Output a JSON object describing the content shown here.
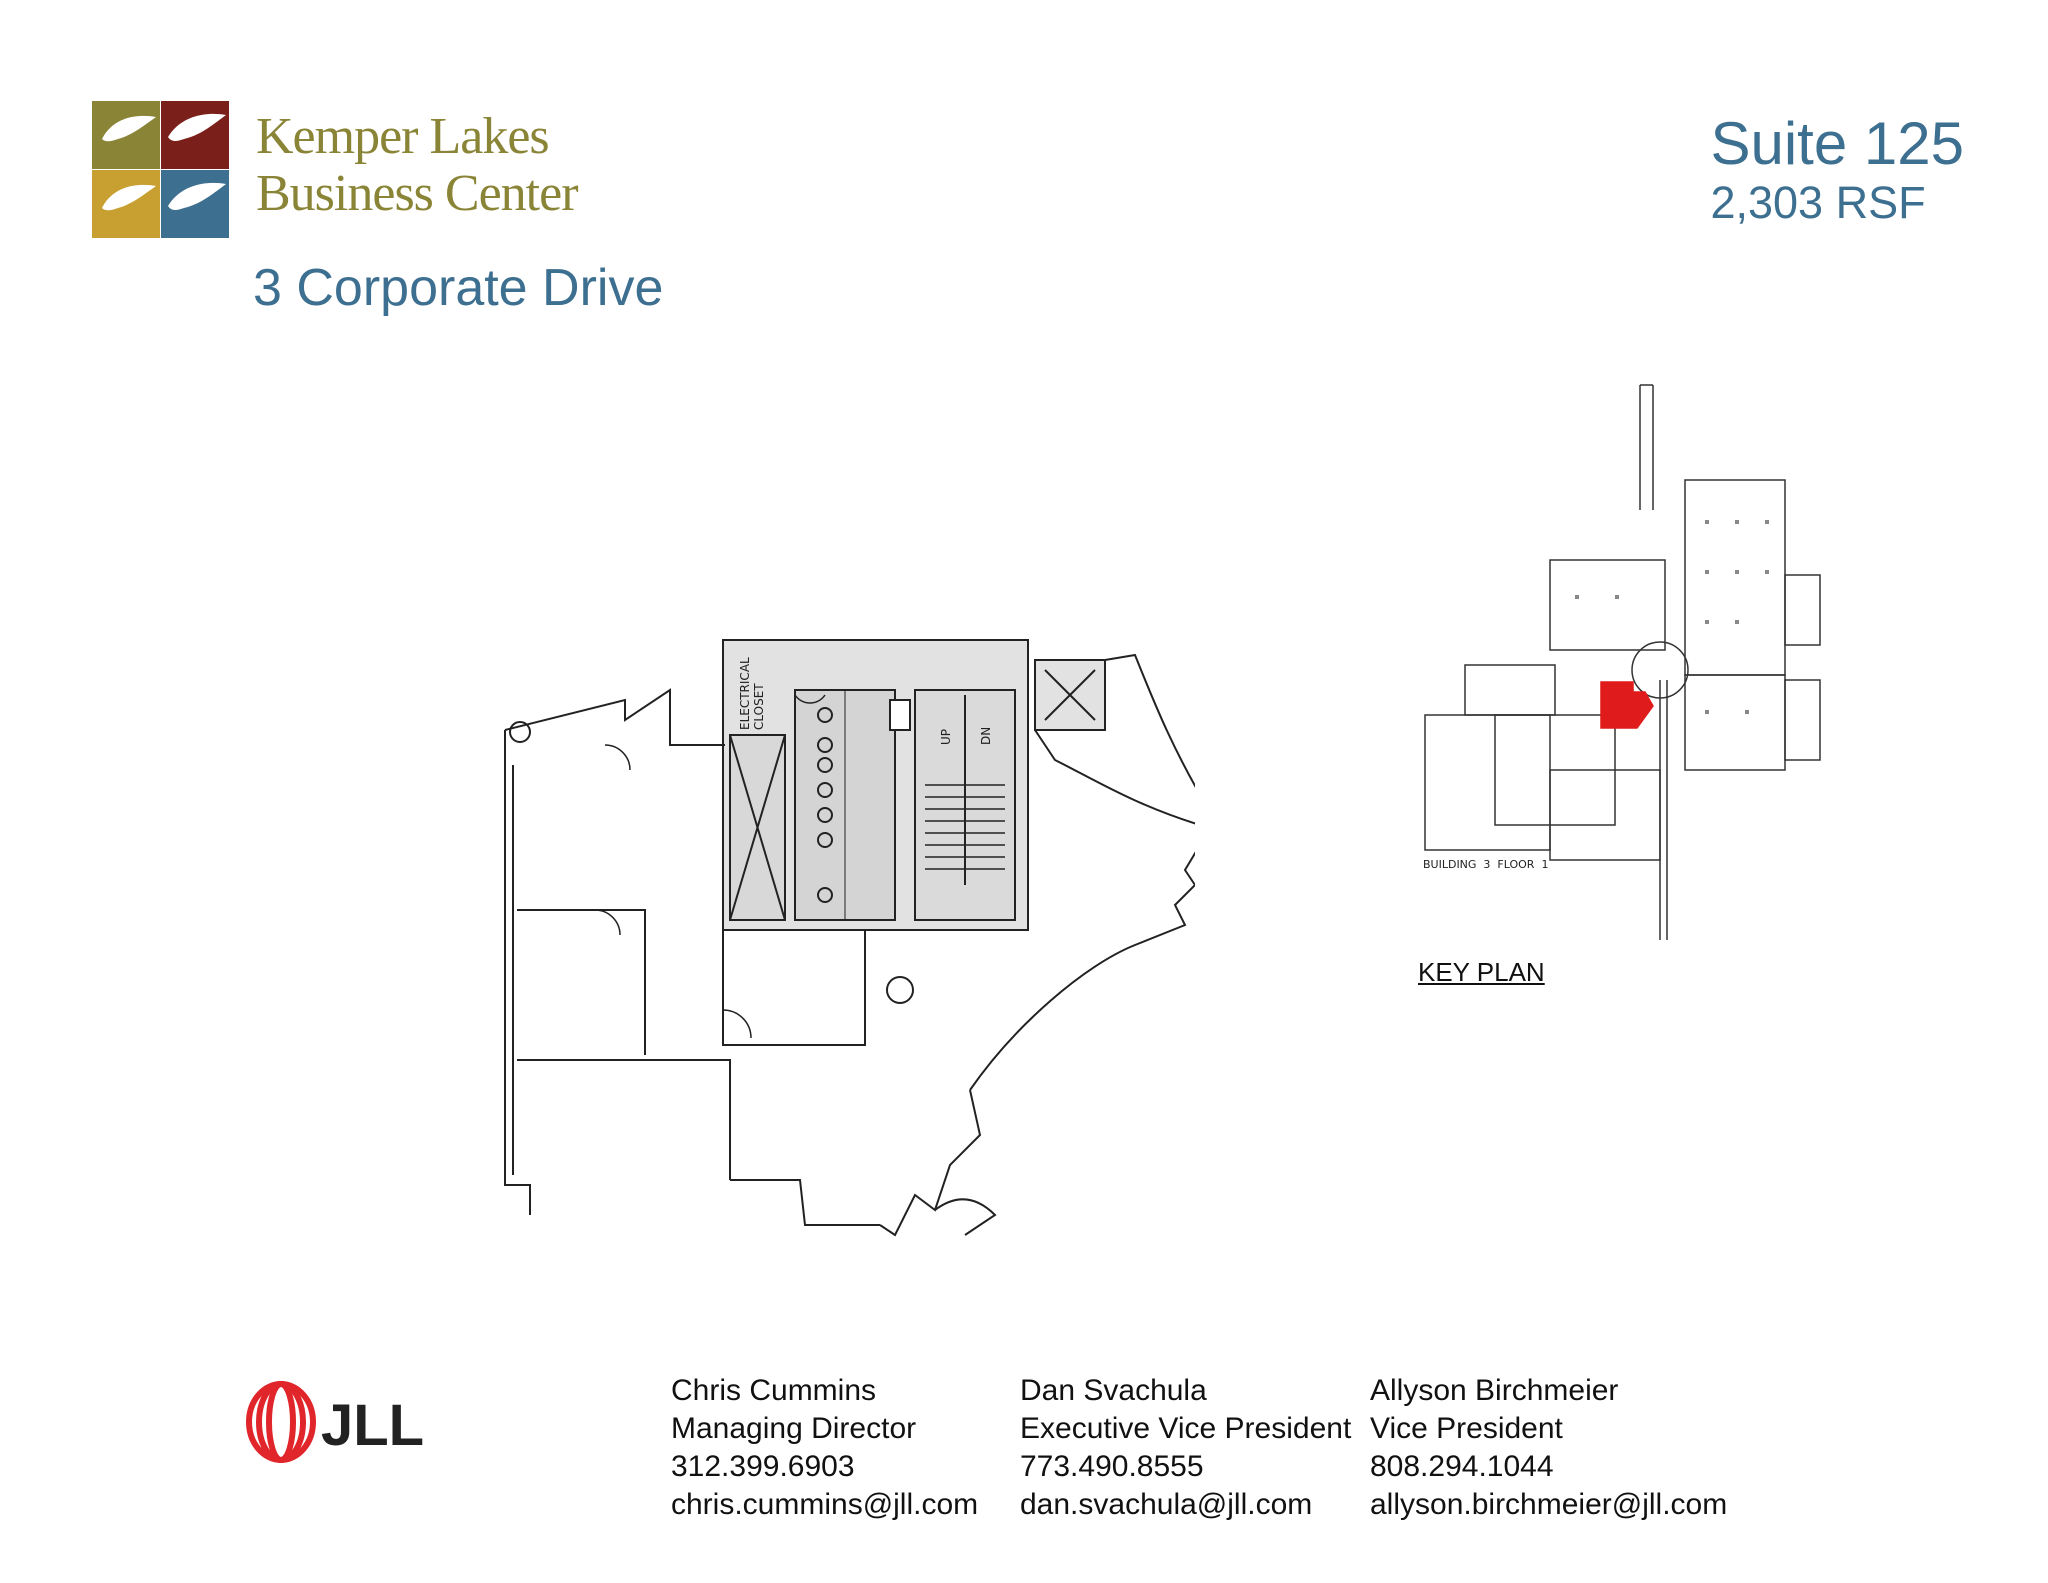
{
  "brand": {
    "line1": "Kemper Lakes",
    "line2": "Business Center",
    "colors": {
      "olive": "#8a8436",
      "maroon": "#7b1f1a",
      "gold": "#c8a032",
      "blue": "#3d6f90"
    }
  },
  "address": "3 Corporate Drive",
  "suite": {
    "name": "Suite 125",
    "area": "2,303 RSF"
  },
  "floorplan": {
    "labels": {
      "electrical": "ELECTRICAL",
      "closet": "CLOSET",
      "up": "UP",
      "dn": "DN"
    }
  },
  "keyplan": {
    "title": "KEY PLAN",
    "building_label": "BUILDING  3  FLOOR  1",
    "highlight_color": "#e01b1b"
  },
  "jll": {
    "logo_text": "JLL",
    "color": "#e0262b"
  },
  "contacts": [
    {
      "name": "Chris Cummins",
      "title": "Managing Director",
      "phone": "312.399.6903",
      "email": "chris.cummins@jll.com"
    },
    {
      "name": "Dan Svachula",
      "title": "Executive Vice President",
      "phone": "773.490.8555",
      "email": "dan.svachula@jll.com"
    },
    {
      "name": "Allyson Birchmeier",
      "title": "Vice President",
      "phone": "808.294.1044",
      "email": "allyson.birchmeier@jll.com"
    }
  ]
}
